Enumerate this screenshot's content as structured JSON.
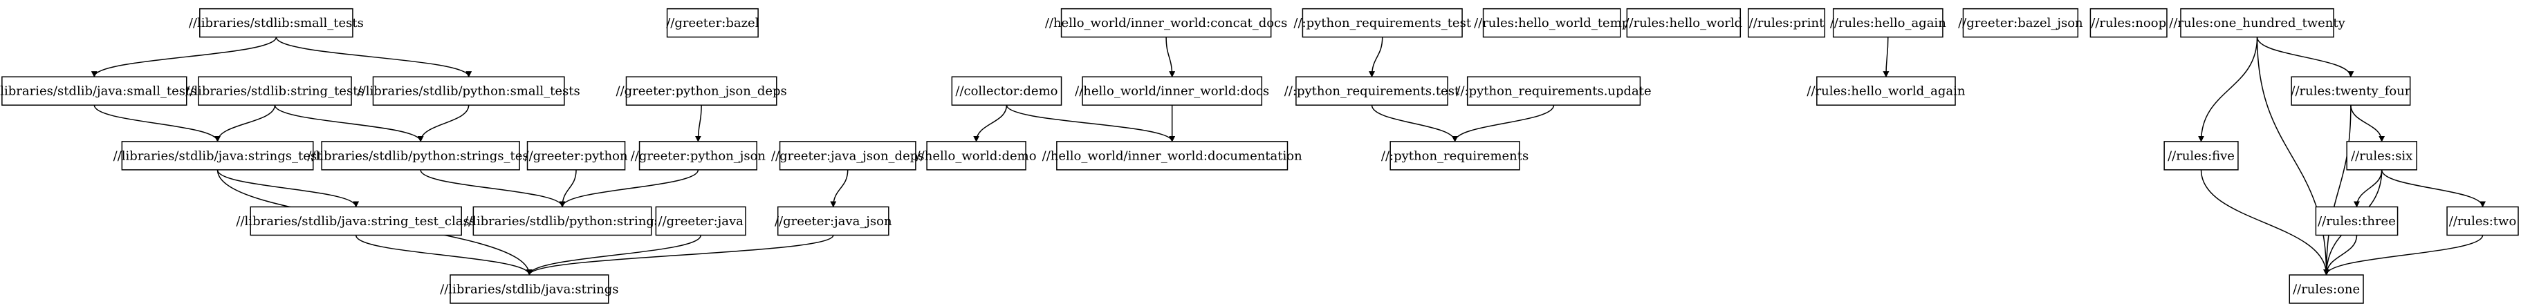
{
  "graph": {
    "nodes": [
      {
        "id": "ls_small_tests",
        "label": "//libraries/stdlib:small_tests",
        "icon": "box"
      },
      {
        "id": "greeter_bazel",
        "label": "//greeter:bazel",
        "icon": "box"
      },
      {
        "id": "hw_concat",
        "label": "//hello_world/inner_world:concat_docs",
        "icon": "box"
      },
      {
        "id": "pyreq_test",
        "label": "//:python_requirements_test",
        "icon": "box"
      },
      {
        "id": "rules_hw_temp",
        "label": "//rules:hello_world_temp",
        "icon": "box"
      },
      {
        "id": "rules_hw",
        "label": "//rules:hello_world",
        "icon": "box"
      },
      {
        "id": "rules_print",
        "label": "//rules:print",
        "icon": "box"
      },
      {
        "id": "rules_hello_again",
        "label": "//rules:hello_again",
        "icon": "box"
      },
      {
        "id": "greeter_bazel_json",
        "label": "//greeter:bazel_json",
        "icon": "box"
      },
      {
        "id": "rules_noop",
        "label": "//rules:noop",
        "icon": "box"
      },
      {
        "id": "rules_120",
        "label": "//rules:one_hundred_twenty",
        "icon": "box"
      },
      {
        "id": "java_small_tests",
        "label": "//libraries/stdlib/java:small_tests",
        "icon": "box"
      },
      {
        "id": "ls_string_tests",
        "label": "//libraries/stdlib:string_tests",
        "icon": "box"
      },
      {
        "id": "py_small_tests",
        "label": "//libraries/stdlib/python:small_tests",
        "icon": "box"
      },
      {
        "id": "greeter_py_json_deps",
        "label": "//greeter:python_json_deps",
        "icon": "box"
      },
      {
        "id": "collector_demo",
        "label": "//collector:demo",
        "icon": "box"
      },
      {
        "id": "hw_docs",
        "label": "//hello_world/inner_world:docs",
        "icon": "box"
      },
      {
        "id": "pyreq_test_target",
        "label": "//:python_requirements.test",
        "icon": "box"
      },
      {
        "id": "pyreq_update",
        "label": "//:python_requirements.update",
        "icon": "box"
      },
      {
        "id": "rules_hw_again",
        "label": "//rules:hello_world_again",
        "icon": "box"
      },
      {
        "id": "rules_24",
        "label": "//rules:twenty_four",
        "icon": "box"
      },
      {
        "id": "java_strings_test",
        "label": "//libraries/stdlib/java:strings_test",
        "icon": "box"
      },
      {
        "id": "py_strings_test",
        "label": "//libraries/stdlib/python:strings_test",
        "icon": "box"
      },
      {
        "id": "greeter_python",
        "label": "//greeter:python",
        "icon": "box"
      },
      {
        "id": "greeter_python_json",
        "label": "//greeter:python_json",
        "icon": "box"
      },
      {
        "id": "greeter_java_json_deps",
        "label": "//greeter:java_json_deps",
        "icon": "box"
      },
      {
        "id": "hw_demo",
        "label": "//hello_world:demo",
        "icon": "box"
      },
      {
        "id": "hw_documentation",
        "label": "//hello_world/inner_world:documentation",
        "icon": "box"
      },
      {
        "id": "pyreq",
        "label": "//:python_requirements",
        "icon": "box"
      },
      {
        "id": "rules_five",
        "label": "//rules:five",
        "icon": "box"
      },
      {
        "id": "rules_six",
        "label": "//rules:six",
        "icon": "box"
      },
      {
        "id": "java_string_test_class",
        "label": "//libraries/stdlib/java:string_test_class",
        "icon": "box"
      },
      {
        "id": "py_strings",
        "label": "//libraries/stdlib/python:strings",
        "icon": "box"
      },
      {
        "id": "greeter_java",
        "label": "//greeter:java",
        "icon": "box"
      },
      {
        "id": "greeter_java_json",
        "label": "//greeter:java_json",
        "icon": "box"
      },
      {
        "id": "rules_three",
        "label": "//rules:three",
        "icon": "box"
      },
      {
        "id": "rules_two",
        "label": "//rules:two",
        "icon": "box"
      },
      {
        "id": "java_strings",
        "label": "//libraries/stdlib/java:strings",
        "icon": "box"
      },
      {
        "id": "rules_one",
        "label": "//rules:one",
        "icon": "box"
      }
    ],
    "edges": [
      {
        "from": "ls_small_tests",
        "to": "java_small_tests"
      },
      {
        "from": "ls_small_tests",
        "to": "py_small_tests"
      },
      {
        "from": "java_small_tests",
        "to": "java_strings_test"
      },
      {
        "from": "ls_string_tests",
        "to": "java_strings_test"
      },
      {
        "from": "ls_string_tests",
        "to": "py_strings_test"
      },
      {
        "from": "py_small_tests",
        "to": "py_strings_test"
      },
      {
        "from": "java_strings_test",
        "to": "java_string_test_class"
      },
      {
        "from": "java_strings_test",
        "to": "java_strings"
      },
      {
        "from": "py_strings_test",
        "to": "py_strings"
      },
      {
        "from": "greeter_python",
        "to": "py_strings"
      },
      {
        "from": "greeter_py_json_deps",
        "to": "greeter_python_json"
      },
      {
        "from": "greeter_python_json",
        "to": "py_strings"
      },
      {
        "from": "java_string_test_class",
        "to": "java_strings"
      },
      {
        "from": "greeter_java",
        "to": "java_strings"
      },
      {
        "from": "greeter_java_json_deps",
        "to": "greeter_java_json"
      },
      {
        "from": "greeter_java_json",
        "to": "java_strings"
      },
      {
        "from": "collector_demo",
        "to": "hw_demo"
      },
      {
        "from": "collector_demo",
        "to": "hw_documentation"
      },
      {
        "from": "hw_concat",
        "to": "hw_docs"
      },
      {
        "from": "hw_docs",
        "to": "hw_documentation"
      },
      {
        "from": "pyreq_test",
        "to": "pyreq_test_target"
      },
      {
        "from": "pyreq_test_target",
        "to": "pyreq"
      },
      {
        "from": "pyreq_update",
        "to": "pyreq"
      },
      {
        "from": "rules_hello_again",
        "to": "rules_hw_again"
      },
      {
        "from": "rules_120",
        "to": "rules_24"
      },
      {
        "from": "rules_120",
        "to": "rules_five"
      },
      {
        "from": "rules_120",
        "to": "rules_one"
      },
      {
        "from": "rules_24",
        "to": "rules_six"
      },
      {
        "from": "rules_24",
        "to": "rules_one"
      },
      {
        "from": "rules_five",
        "to": "rules_one"
      },
      {
        "from": "rules_six",
        "to": "rules_three"
      },
      {
        "from": "rules_six",
        "to": "rules_two"
      },
      {
        "from": "rules_six",
        "to": "rules_one"
      },
      {
        "from": "rules_three",
        "to": "rules_one"
      },
      {
        "from": "rules_two",
        "to": "rules_one"
      }
    ]
  }
}
